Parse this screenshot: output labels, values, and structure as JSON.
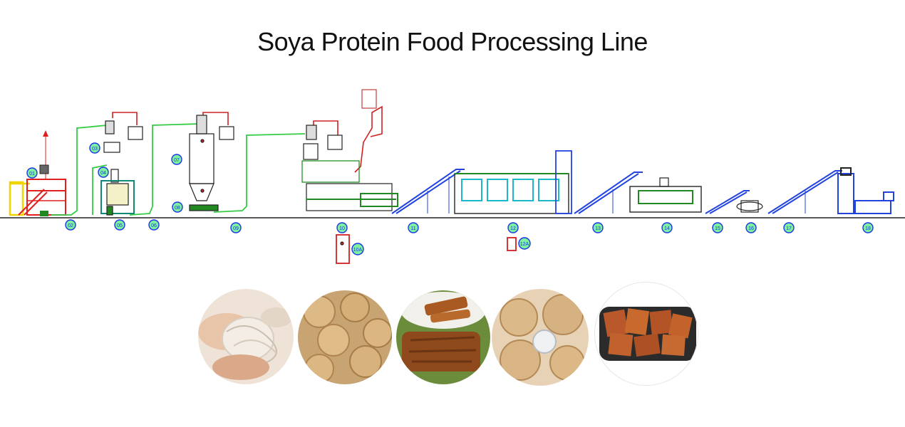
{
  "title": "Soya Protein Food Processing Line",
  "markers": {
    "m01": "01",
    "m02": "02",
    "m03": "03",
    "m04": "04",
    "m05": "05",
    "m06": "06",
    "m07": "07",
    "m08": "08",
    "m09": "09",
    "m10": "10",
    "m11": "11",
    "m12": "12",
    "m13": "13",
    "m14": "14",
    "m15": "15",
    "m16": "16",
    "m17": "17",
    "m18": "18",
    "m10a": "10A",
    "m12a": "12A"
  },
  "colors": {
    "ground": "#222222",
    "conveyor_blue": "#2244dd",
    "pipe_green": "#33cc44",
    "pipe_red": "#d22020",
    "marker_blue": "#1a36e6",
    "marker_fill": "#7ff0a0"
  },
  "photos": [
    {
      "name": "photo-shredded-soy-protein"
    },
    {
      "name": "photo-soy-chunks"
    },
    {
      "name": "photo-soy-slices-on-leaf"
    },
    {
      "name": "photo-soy-nuggets-with-coin"
    },
    {
      "name": "photo-fried-soy-pieces"
    }
  ]
}
